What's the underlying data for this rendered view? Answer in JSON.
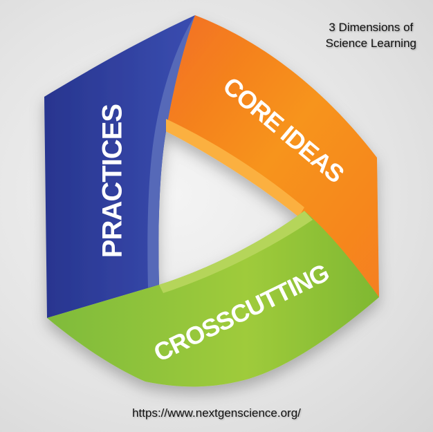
{
  "title": {
    "line1": "3 Dimensions of",
    "line2": "Science Learning"
  },
  "dimensions": {
    "practices": "PRACTICES",
    "core_ideas": "CORE IDEAS",
    "crosscutting": "CROSSCUTTING"
  },
  "url": "https://www.nextgenscience.org/",
  "colors": {
    "practices": "#2e3d9a",
    "core_ideas": "#f68a1f",
    "crosscutting": "#8dc63f"
  }
}
